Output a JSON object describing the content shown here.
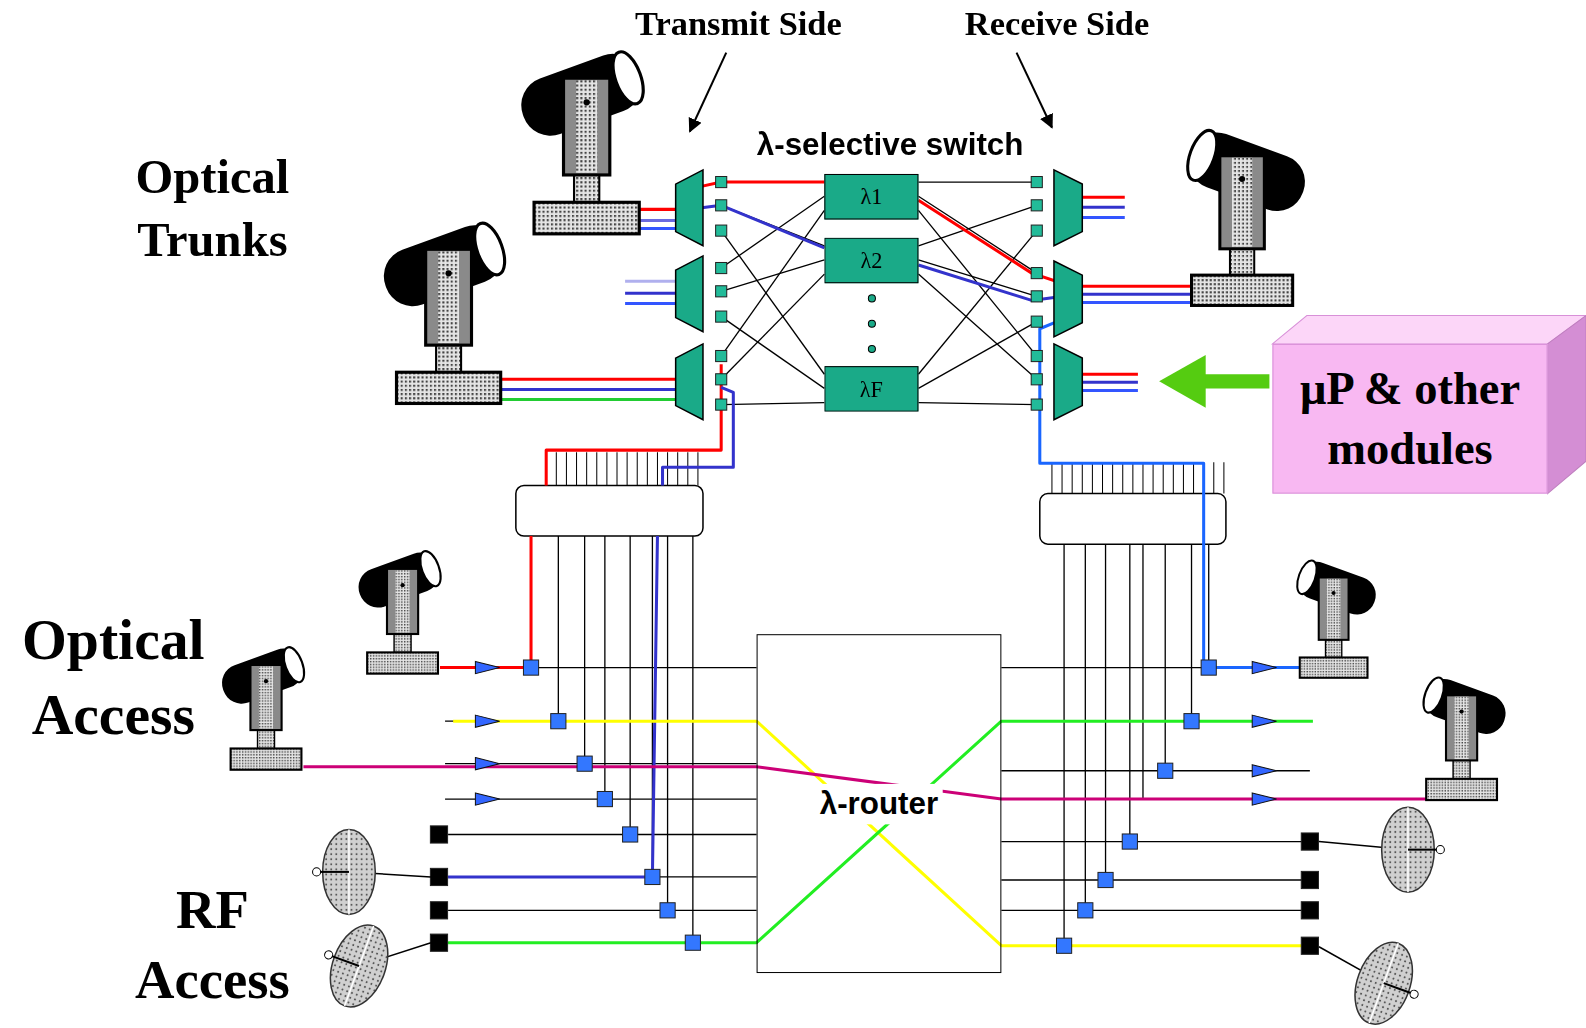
{
  "diagram": {
    "nodes": [
      {
        "text": [
          "λ1"
        ]
      },
      {
        "text": [
          "λ2"
        ]
      },
      {
        "text": [
          "λF"
        ]
      },
      {
        "text": [
          "λ-router"
        ]
      },
      {
        "text": [
          "μP & other modules"
        ]
      }
    ],
    "labels": [
      "Transmit Side",
      "Receive Side",
      "λ-selective switch",
      "Optical Trunks",
      "Optical Access",
      "RF Access"
    ]
  }
}
